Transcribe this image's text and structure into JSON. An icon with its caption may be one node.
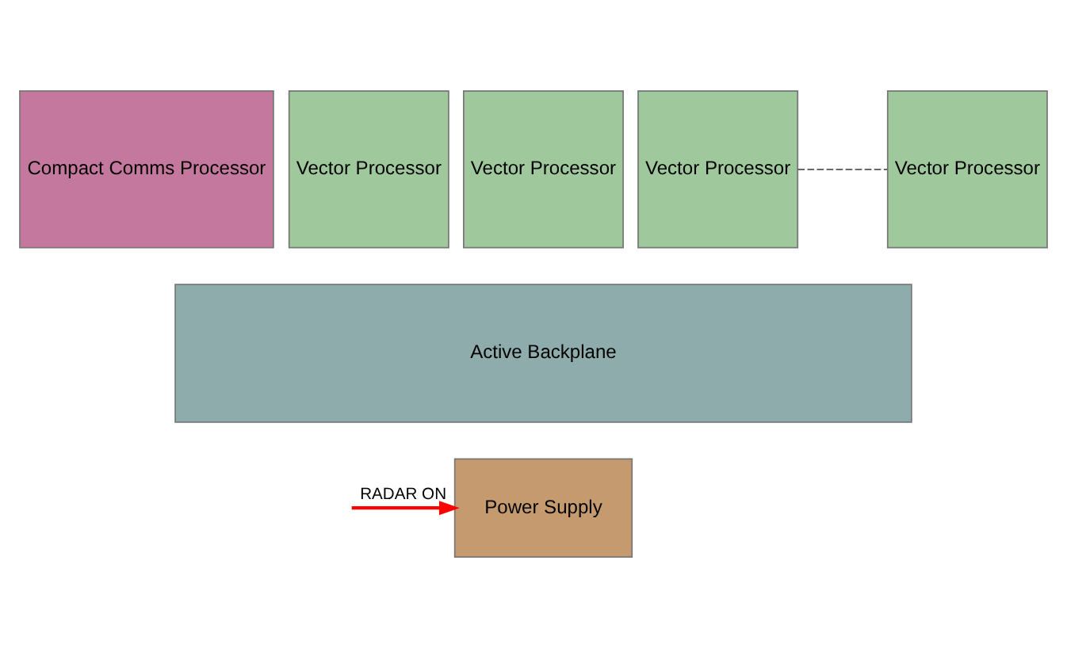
{
  "diagram": {
    "nodes": [
      {
        "text": [
          "Compact Comms Processor"
        ]
      },
      {
        "text": [
          "Vector Processor"
        ]
      },
      {
        "text": [
          "Vector Processor"
        ]
      },
      {
        "text": [
          "Vector Processor"
        ]
      },
      {
        "text": [
          "Vector Processor"
        ]
      },
      {
        "text": [
          "Active Backplane"
        ]
      },
      {
        "text": [
          "Power Supply"
        ]
      }
    ],
    "edges": [
      {
        "from": 3,
        "to": 4,
        "arrow": "none",
        "style": "dashed"
      },
      {
        "from": null,
        "to": 6,
        "arrow": "to",
        "label": "RADAR ON",
        "color": "#ff0000"
      }
    ]
  }
}
